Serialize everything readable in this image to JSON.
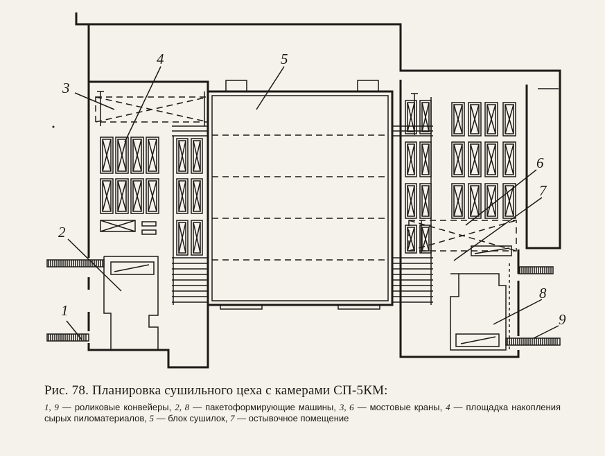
{
  "figure": {
    "callouts": [
      "1",
      "2",
      "3",
      "4",
      "5",
      "6",
      "7",
      "8",
      "9"
    ],
    "caption_title": "Рис. 78. Планировка сушильного цеха с камерами СП-5КМ:",
    "legend": [
      {
        "nums": "1, 9",
        "text": "роликовые конвейеры,"
      },
      {
        "nums": "2, 8",
        "text": "пакетоформирующие машины,"
      },
      {
        "nums": "3, 6",
        "text": "мостовые краны,"
      },
      {
        "nums": "4",
        "text": "площадка накопления сырых пиломатериалов,"
      },
      {
        "nums": "5",
        "text": "блок сушилок,"
      },
      {
        "nums": "7",
        "text": "остывочное помещение"
      }
    ]
  }
}
